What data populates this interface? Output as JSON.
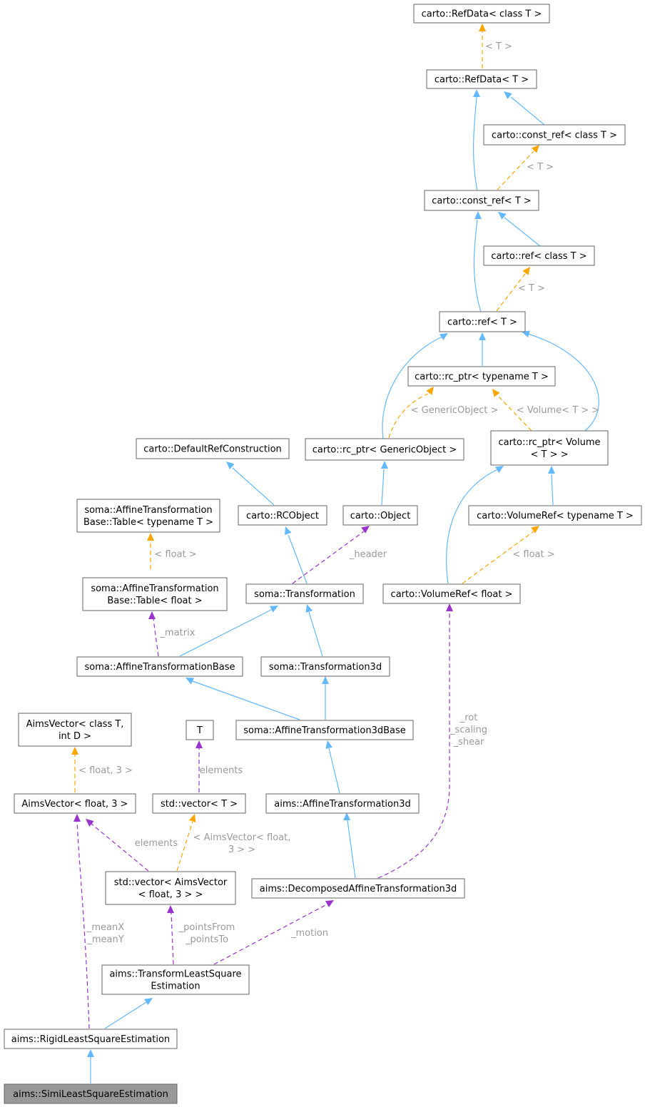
{
  "nodes": {
    "n1": [
      "carto::RefData< class T >"
    ],
    "n2": [
      "carto::RefData< T >"
    ],
    "n3": [
      "carto::const_ref< class T >"
    ],
    "n4": [
      "carto::const_ref< T >"
    ],
    "n5": [
      "carto::ref< class T >"
    ],
    "n6": [
      "carto::ref< T >"
    ],
    "n7": [
      "carto::rc_ptr< typename T >"
    ],
    "n8": [
      "carto::DefaultRefConstruction"
    ],
    "n9": [
      "carto::rc_ptr< GenericObject >"
    ],
    "n10": [
      "carto::rc_ptr< Volume",
      "< T > >"
    ],
    "n11": [
      "soma::AffineTransformation",
      "Base::Table< typename T >"
    ],
    "n12": [
      "carto::RCObject"
    ],
    "n13": [
      "carto::Object"
    ],
    "n14": [
      "carto::VolumeRef< typename T >"
    ],
    "n15": [
      "soma::AffineTransformation",
      "Base::Table< float >"
    ],
    "n16": [
      "soma::Transformation"
    ],
    "n17": [
      "carto::VolumeRef< float >"
    ],
    "n18": [
      "soma::AffineTransformationBase"
    ],
    "n19": [
      "soma::Transformation3d"
    ],
    "n20": [
      "AimsVector< class T,",
      "int D >"
    ],
    "n21": [
      "T"
    ],
    "n22": [
      "soma::AffineTransformation3dBase"
    ],
    "n23": [
      "AimsVector< float, 3 >"
    ],
    "n24": [
      "std::vector< T >"
    ],
    "n25": [
      "aims::AffineTransformation3d"
    ],
    "n26": [
      "std::vector< AimsVector",
      "< float, 3 > >"
    ],
    "n27": [
      "aims::DecomposedAffineTransformation3d"
    ],
    "n28": [
      "aims::TransformLeastSquare",
      "Estimation"
    ],
    "n29": [
      "aims::RigidLeastSquareEstimation"
    ],
    "n30": [
      "aims::SimiLeastSquareEstimation"
    ]
  },
  "edge_labels": {
    "e1": [
      "< T >"
    ],
    "e2": [
      "< T >"
    ],
    "e3": [
      "< T >"
    ],
    "e4": [
      "< GenericObject >"
    ],
    "e5": [
      "< Volume< T > >"
    ],
    "e6": [
      "< float >"
    ],
    "e7": [
      "_header"
    ],
    "e8": [
      "< float >"
    ],
    "e9": [
      "_matrix"
    ],
    "e10": [
      "_rot",
      "_scaling",
      "_shear"
    ],
    "e11": [
      "< float, 3 >"
    ],
    "e12": [
      "elements"
    ],
    "e13": [
      "elements"
    ],
    "e14": [
      "< AimsVector< float,",
      "3 > >"
    ],
    "e15": [
      "_pointsFrom",
      "_pointsTo"
    ],
    "e16": [
      "_motion"
    ],
    "e17": [
      "_meanX",
      "_meanY"
    ]
  },
  "colors": {
    "inheritance": "#63b8ff",
    "template": "#ffa500",
    "member": "#9a32cd",
    "current_node_fill": "#999999"
  }
}
